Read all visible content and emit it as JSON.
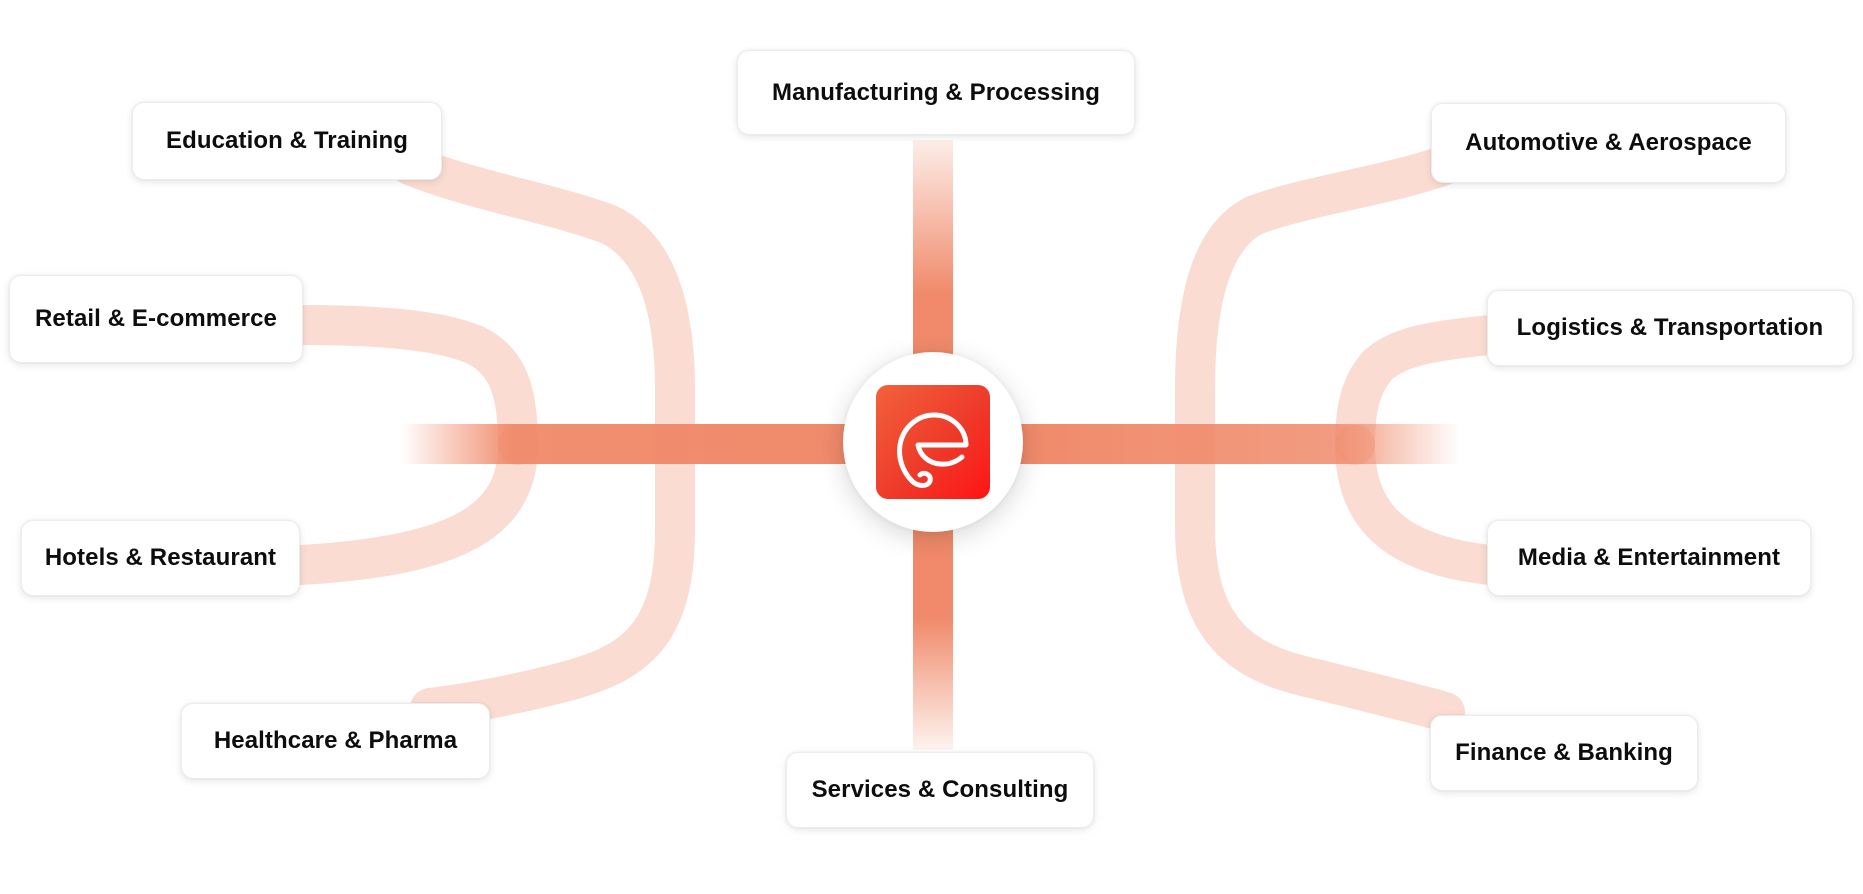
{
  "diagram": {
    "hub": {
      "logo_icon": "e-logo-icon",
      "accent_color": "#ee3a2a"
    },
    "connector_color": "#f08a6a",
    "industries": {
      "manufacturing": "Manufacturing & Processing",
      "services": "Services & Consulting",
      "education": "Education & Training",
      "retail": "Retail & E-commerce",
      "hotels": "Hotels & Restaurant",
      "healthcare": "Healthcare & Pharma",
      "automotive": "Automotive & Aerospace",
      "logistics": "Logistics & Transportation",
      "media": "Media & Entertainment",
      "finance": "Finance & Banking"
    }
  }
}
